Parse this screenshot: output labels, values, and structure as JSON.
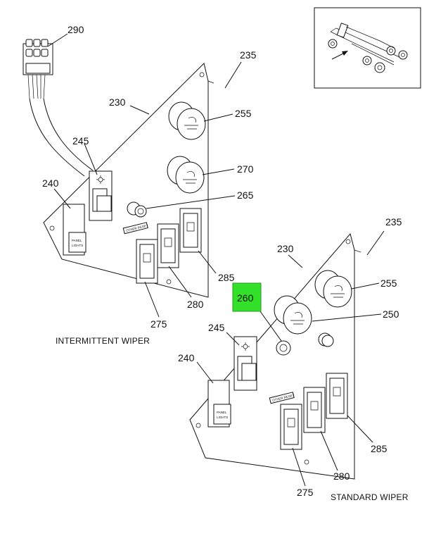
{
  "callouts": {
    "c290": "290",
    "c235a": "235",
    "c230a": "230",
    "c255a": "255",
    "c245a": "245",
    "c270": "270",
    "c240a": "240",
    "c265": "265",
    "c285a": "285",
    "c280a": "280",
    "c275a": "275",
    "c235b": "235",
    "c230b": "230",
    "c260": "260",
    "c255b": "255",
    "c250": "250",
    "c245b": "245",
    "c240b": "240",
    "c285b": "285",
    "c280b": "280",
    "c275b": "275"
  },
  "captions": {
    "intermittent": "INTERMITTENT WIPER",
    "standard": "STANDARD WIPER"
  },
  "panel_labels": {
    "panel_lights": [
      "PANEL",
      "LIGHTS"
    ],
    "other_reset": "OTHER RESET"
  },
  "colors": {
    "highlight": "#33e02a",
    "ink": "#111111"
  }
}
